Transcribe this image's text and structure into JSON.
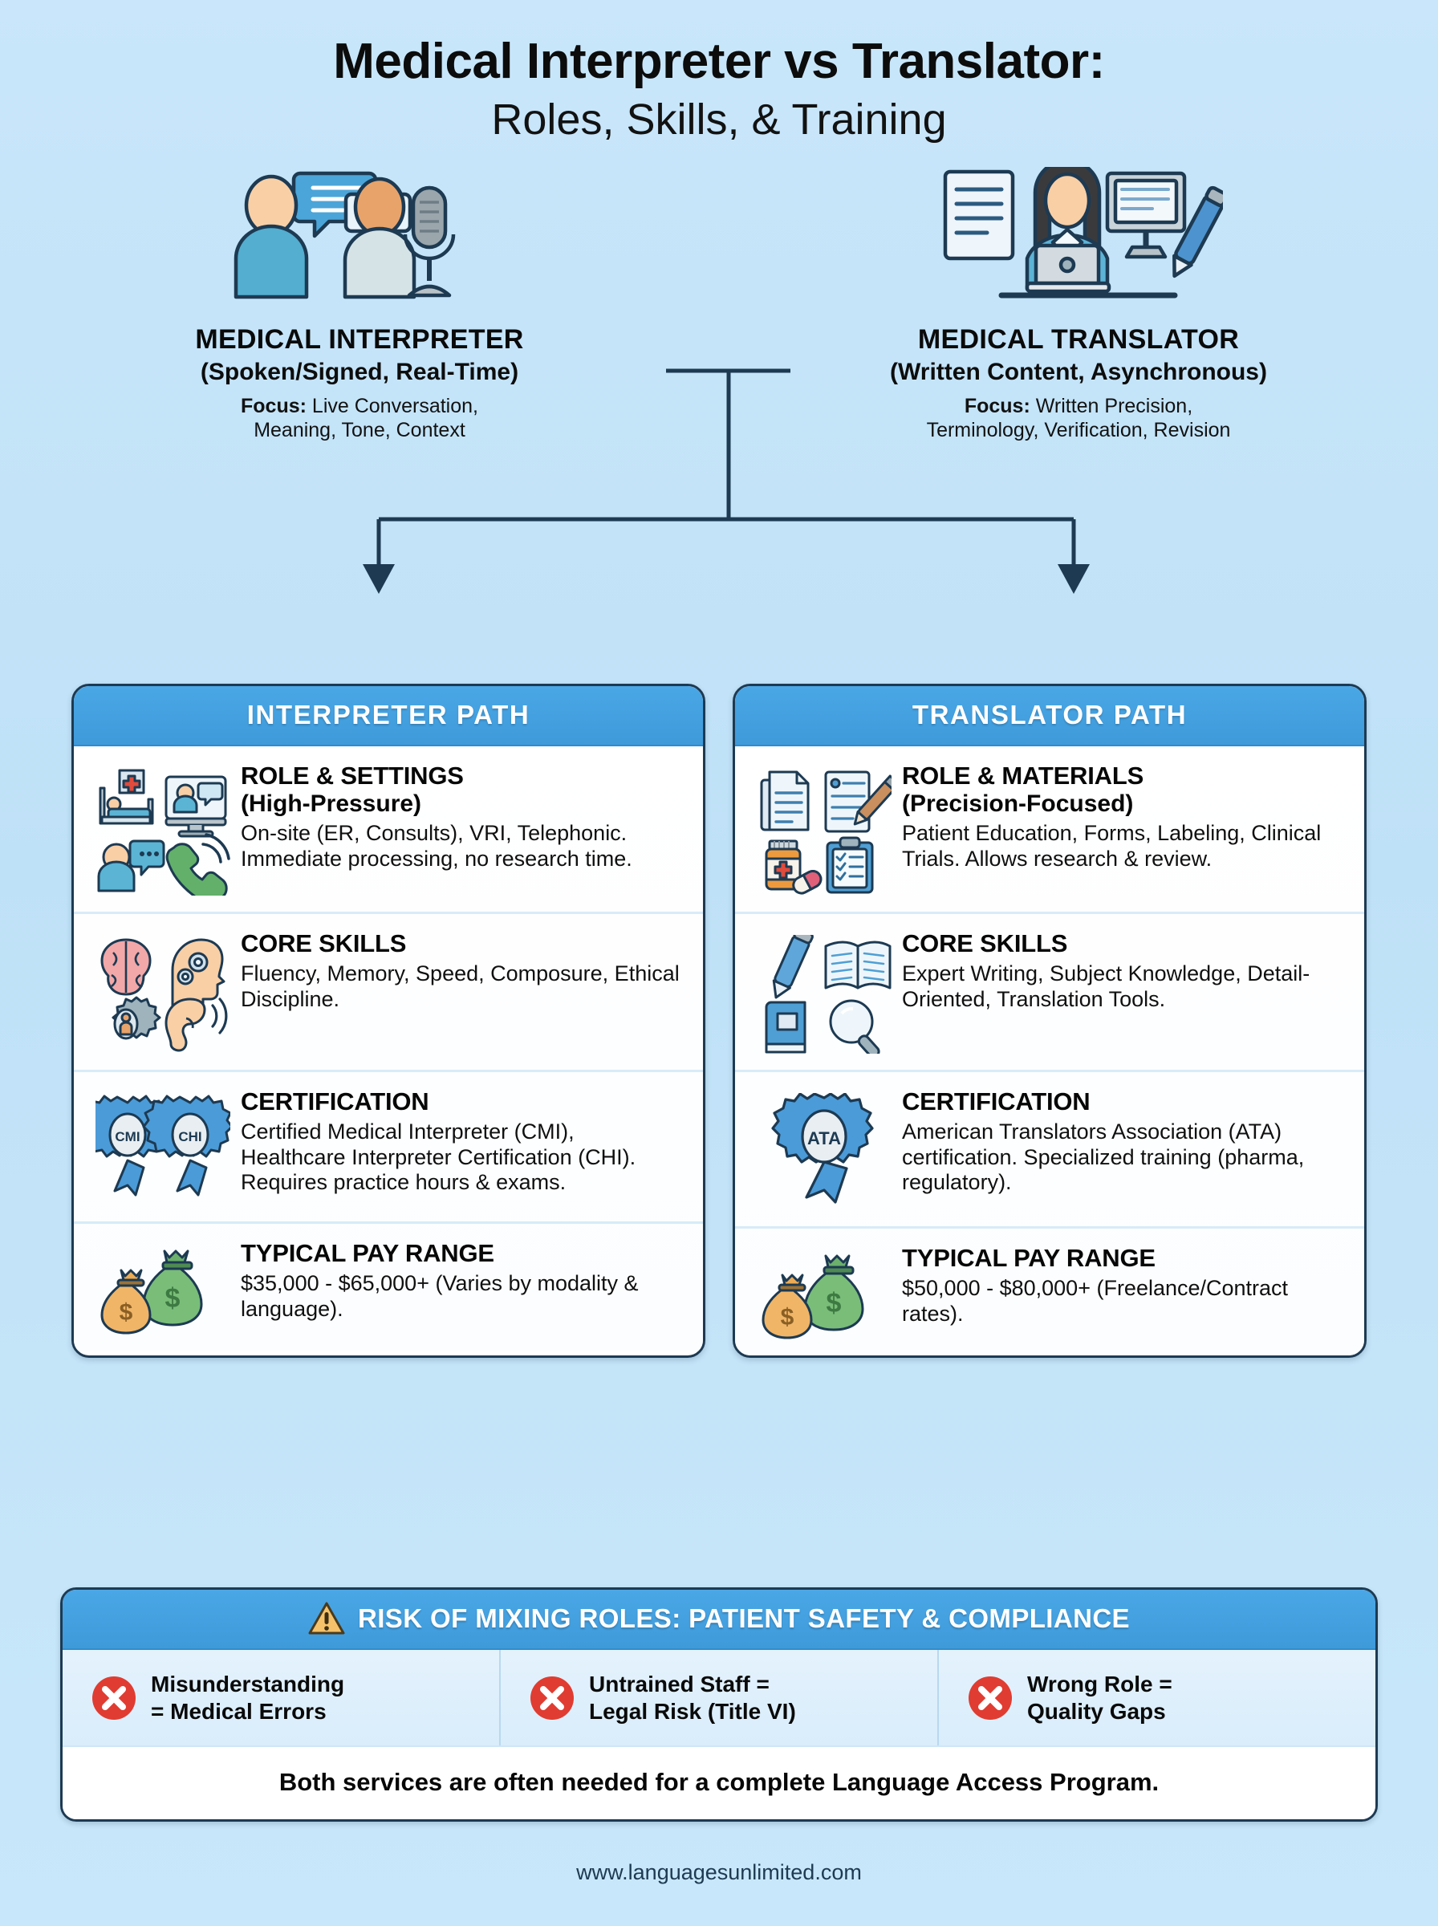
{
  "title": {
    "line1": "Medical Interpreter vs Translator:",
    "line2": "Roles, Skills, & Training"
  },
  "roles": [
    {
      "name": "MEDICAL INTERPRETER",
      "subtitle": "(Spoken/Signed, Real-Time)",
      "focus_label": "Focus:",
      "focus_line1": " Live Conversation,",
      "focus_line2": "Meaning, Tone, Context",
      "art": "two-people-speech-bubbles-microphone"
    },
    {
      "name": "MEDICAL TRANSLATOR",
      "subtitle": "(Written Content, Asynchronous)",
      "focus_label": "Focus:",
      "focus_line1": " Written Precision,",
      "focus_line2": "Terminology, Verification, Revision",
      "art": "woman-laptop-documents-monitor-pen"
    }
  ],
  "cards": [
    {
      "header": "INTERPRETER PATH",
      "rows": [
        {
          "title": "ROLE & SETTINGS",
          "subtitle": "(High-Pressure)",
          "desc": "On-site (ER, Consults), VRI, Telephonic. Immediate processing, no research time.",
          "icons": [
            "hospital-bed-icon",
            "video-call-icon",
            "person-chat-icon",
            "phone-call-icon"
          ]
        },
        {
          "title": "CORE SKILLS",
          "subtitle": "",
          "desc": "Fluency, Memory, Speed, Composure, Ethical Discipline.",
          "icons": [
            "brain-icon",
            "head-gears-icon",
            "gear-person-icon",
            "ear-listening-icon"
          ]
        },
        {
          "title": "CERTIFICATION",
          "subtitle": "",
          "desc": "Certified Medical Interpreter (CMI), Healthcare Interpreter Certification (CHI). Requires practice hours & exams.",
          "icons": [
            "cmi-ribbon-icon",
            "chi-ribbon-icon"
          ],
          "badge_labels": [
            "CMI",
            "CHI"
          ]
        },
        {
          "title": "TYPICAL PAY RANGE",
          "subtitle": "",
          "desc": "$35,000 - $65,000+ (Varies by modality & language).",
          "icons": [
            "money-bags-icon"
          ]
        }
      ]
    },
    {
      "header": "TRANSLATOR PATH",
      "rows": [
        {
          "title": "ROLE & MATERIALS",
          "subtitle": "(Precision-Focused)",
          "desc": "Patient Education, Forms, Labeling, Clinical Trials. Allows research & review.",
          "icons": [
            "documents-icon",
            "form-pencil-icon",
            "medicine-bottle-icon",
            "clipboard-checklist-icon"
          ]
        },
        {
          "title": "CORE SKILLS",
          "subtitle": "",
          "desc": "Expert Writing, Subject Knowledge, Detail-Oriented, Translation Tools.",
          "icons": [
            "pen-icon",
            "open-book-icon",
            "closed-book-icon",
            "magnifier-icon"
          ]
        },
        {
          "title": "CERTIFICATION",
          "subtitle": "",
          "desc": "American Translators Association (ATA) certification. Specialized training (pharma, regulatory).",
          "icons": [
            "ata-ribbon-icon"
          ],
          "badge_labels": [
            "ATA"
          ]
        },
        {
          "title": "TYPICAL PAY RANGE",
          "subtitle": "",
          "desc": "$50,000 - $80,000+ (Freelance/Contract rates).",
          "icons": [
            "money-bags-icon"
          ]
        }
      ]
    }
  ],
  "risk": {
    "header": "RISK OF MIXING ROLES: PATIENT SAFETY & COMPLIANCE",
    "header_icon": "warning-triangle-icon",
    "items": [
      {
        "line1": "Misunderstanding",
        "line2": "= Medical Errors",
        "icon": "red-x-icon"
      },
      {
        "line1": "Untrained Staff =",
        "line2": "Legal Risk (Title VI)",
        "icon": "red-x-icon"
      },
      {
        "line1": "Wrong Role =",
        "line2": "Quality Gaps",
        "icon": "red-x-icon"
      }
    ],
    "footer": "Both services are often needed for a complete Language Access Program."
  },
  "footer": {
    "url": "www.languagesunlimited.com"
  },
  "colors": {
    "background": "#c3e3f8",
    "header_blue": "#42a0e0",
    "card_border": "#1d3a52",
    "divider": "#d8ebf8",
    "risk_red": "#e03c31",
    "warning_amber": "#f5c26b",
    "icon_blue": "#4f9fd4",
    "icon_green": "#6cb06c",
    "icon_skin": "#f7c9a3"
  }
}
